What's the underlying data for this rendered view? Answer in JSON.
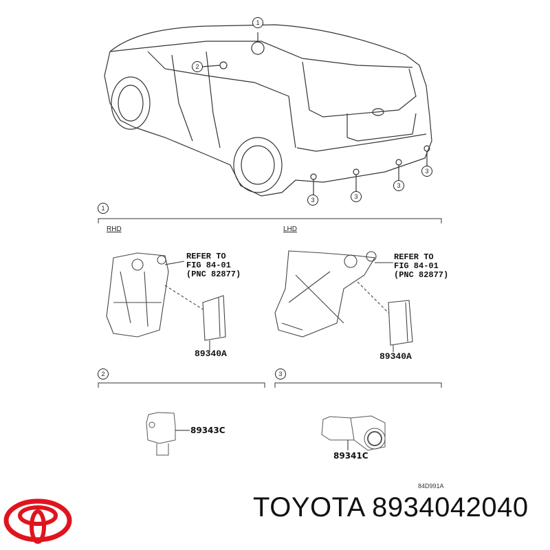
{
  "callouts": {
    "c1": "1",
    "c2": "2",
    "c3": "3"
  },
  "section1": {
    "number": "1",
    "rhd_label": "RHD",
    "lhd_label": "LHD",
    "refer_text": "REFER TO\nFIG 84-01\n(PNC 82877)",
    "part_rhd": "89340A",
    "part_lhd": "89340A"
  },
  "section2": {
    "number": "2",
    "part": "89343C"
  },
  "section3": {
    "number": "3",
    "part": "89341C"
  },
  "figure_code": "84D991A",
  "brand": {
    "logo_text": "TOYOTA",
    "caption": "TOYOTA 8934042040",
    "logo_color": "#e0141e"
  }
}
